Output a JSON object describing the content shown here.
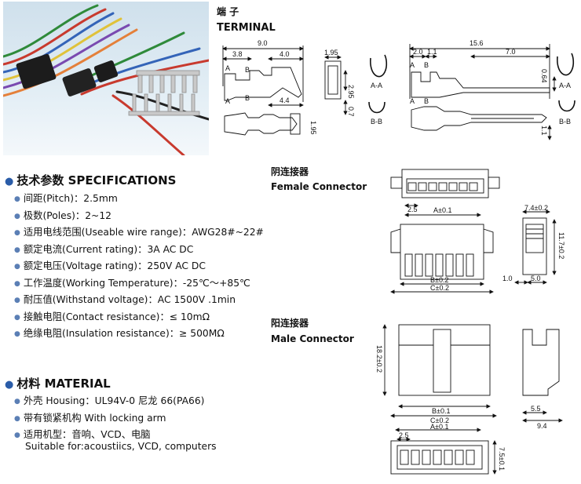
{
  "terminal": {
    "title_zh": "端 子",
    "title_en": "TERMINAL"
  },
  "terminal_dims": {
    "d9_0": "9.0",
    "d3_8": "3.8",
    "d4_0": "4.0",
    "d4_4": "4.4",
    "d1_95a": "1.95",
    "d2_95": "2.95",
    "d0_7": "0.7",
    "d1_95b": "1.95",
    "d15_6": "15.6",
    "d2_0": "2.0",
    "d1_1a": "1.1",
    "d7_0": "7.0",
    "d0_64": "0.64",
    "d1_1b": "1.1",
    "aa": "A-A",
    "bb": "B-B",
    "a": "A",
    "b": "B"
  },
  "specifications": {
    "title_zh": "技术参数",
    "title_en": "SPECIFICATIONS",
    "items": [
      "间距(Pitch)：2.5mm",
      "极数(Poles)：2~12",
      "适用电线范围(Useable wire range)：AWG28#~22#",
      "额定电流(Current rating)：3A AC DC",
      "额定电压(Voltage rating)：250V AC DC",
      "工作温度(Working Temperature)：-25℃～+85℃",
      "耐压值(Withstand voltage)：AC 1500V .1min",
      "接触电阻(Contact resistance)：≤ 10mΩ",
      "绝缘电阻(Insulation resistance)：≥ 500MΩ"
    ]
  },
  "material": {
    "title_zh": "材料",
    "title_en": "MATERIAL",
    "items": [
      "外壳 Housing：UL94V-0 尼龙 66(PA66)",
      "带有锁紧机构 With locking arm",
      "适用机型：音响、VCD、电脑"
    ],
    "extra": "Suitable for:acoustiics, VCD, computers"
  },
  "female": {
    "title_zh": "阴连接器",
    "title_en": "Female Connector",
    "dims": {
      "p2_5": "2.5",
      "a": "A±0.1",
      "b": "B±0.2",
      "c": "C±0.2",
      "d7_4": "7.4±0.2",
      "d11_7": "11.7±0.2",
      "d1_0": "1.0",
      "d5_0": "5.0"
    }
  },
  "male": {
    "title_zh": "阳连接器",
    "title_en": "Male Connector",
    "dims": {
      "d18_2": "18.2±0.2",
      "b": "B±0.1",
      "c": "C±0.2",
      "a": "A±0.1",
      "p2_5": "2.5",
      "d5_5": "5.5",
      "d9_4": "9.4",
      "d7_5": "7.5±0.1"
    }
  }
}
